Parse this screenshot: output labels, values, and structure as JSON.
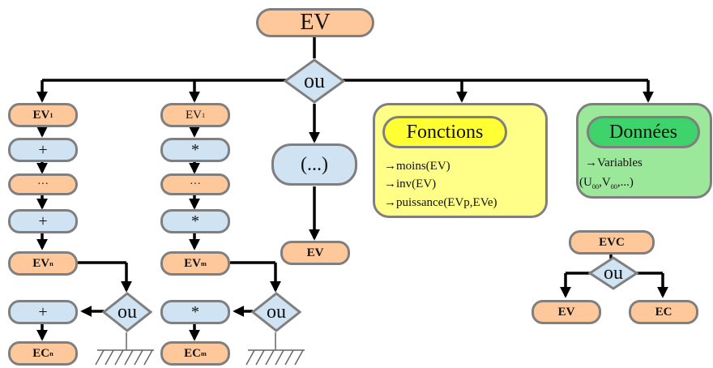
{
  "root": "EV",
  "or_label": "ou",
  "left": {
    "first": "EV",
    "first_sub": "1",
    "op": "+",
    "ellipsis": "···",
    "last": "EV",
    "last_sub": "n",
    "end": "EC",
    "end_sub": "n"
  },
  "middle": {
    "first": "EV",
    "first_sub": "1",
    "op": "*",
    "ellipsis": "···",
    "last": "EV",
    "last_sub": "m",
    "end": "EC",
    "end_sub": "m"
  },
  "paren": {
    "label": "(...)",
    "child": "EV"
  },
  "fonctions": {
    "title": "Fonctions",
    "items": [
      "moins(EV)",
      "inv(EV)",
      "puissance(EVp,EVe)"
    ]
  },
  "donnees": {
    "title": "Données",
    "item": "Variables",
    "vars_prefix": "(U",
    "vars_sub1": "00",
    "vars_mid": ",V",
    "vars_sub2": "00",
    "vars_suffix": ",...)"
  },
  "evc": {
    "label": "EVC",
    "left": "EV",
    "right": "EC"
  },
  "arrow": "→",
  "colors": {
    "orange": "#ffc89b",
    "blue": "#cfe3f3",
    "yellow": "#ffff88",
    "green": "#9be89b",
    "border": "#7f7f7f"
  }
}
